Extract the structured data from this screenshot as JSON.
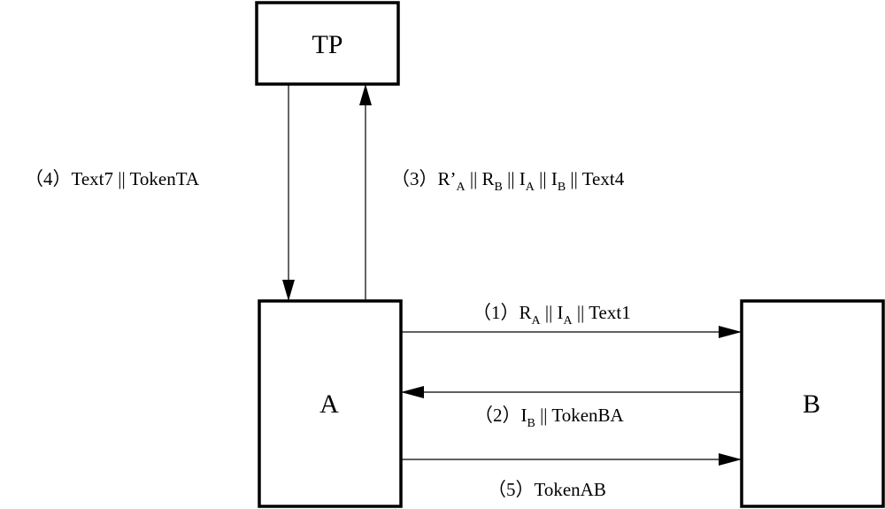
{
  "nodes": {
    "tp": "TP",
    "a": "A",
    "b": "B"
  },
  "messages": {
    "m1": {
      "prefix": "（1）R",
      "s1": "A",
      "t1": " || I",
      "s2": "A",
      "t2": " || Text1"
    },
    "m2": {
      "prefix": "（2）I",
      "s1": "B",
      "t1": " || TokenBA"
    },
    "m3": {
      "prefix": "（3）R’",
      "s1": "A",
      "t1": " || R",
      "s2": "B",
      "t2": " || I",
      "s3": "A",
      "t3": " || I",
      "s4": "B",
      "t4": " || Text4"
    },
    "m4": {
      "text": "（4）Text7 || TokenTA"
    },
    "m5": {
      "text": "（5）TokenAB"
    }
  }
}
